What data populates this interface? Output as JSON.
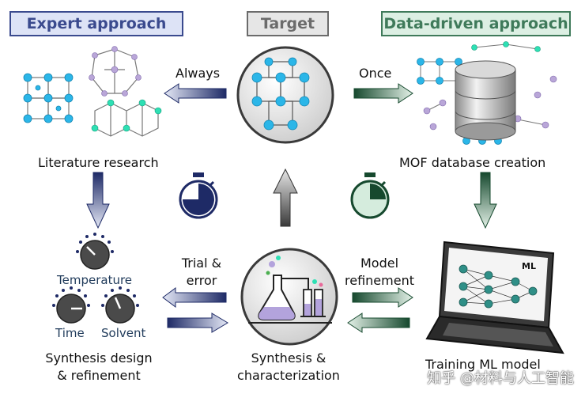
{
  "headers": {
    "expert": "Expert approach",
    "target": "Target",
    "data_driven": "Data-driven approach"
  },
  "labels": {
    "always": "Always",
    "once": "Once",
    "literature": "Literature research",
    "mof_db": "MOF database creation",
    "trial_line1": "Trial &",
    "trial_line2": "error",
    "model_line1": "Model",
    "model_line2": "refinement",
    "synthesis_design_line1": "Synthesis design",
    "synthesis_design_line2": "& refinement",
    "synthesis_char_line1": "Synthesis &",
    "synthesis_char_line2": "characterization",
    "training": "Training ML model",
    "laptop_ml": "ML"
  },
  "knobs": {
    "temperature": "Temperature",
    "time": "Time",
    "solvent": "Solvent"
  },
  "watermark": "知乎 @材料与人工智能",
  "colors": {
    "expert_header_bg": "#dde3f6",
    "expert_text": "#3a4a8e",
    "target_header_bg": "#e6e6e6",
    "target_text": "#6b6b6b",
    "data_header_bg": "#dcefe3",
    "data_text": "#3f7a5a",
    "navy": "#1e2a66",
    "dark_green": "#16492e"
  }
}
